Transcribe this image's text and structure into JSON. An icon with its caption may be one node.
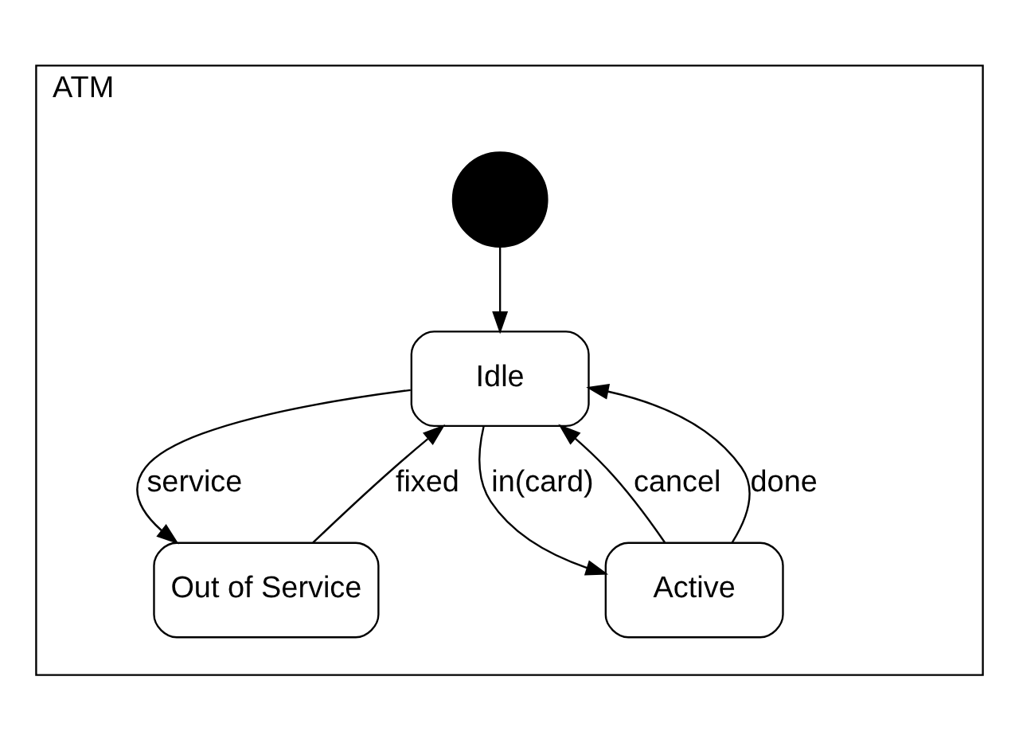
{
  "diagram": {
    "nodes": [
      {
        "text": [
          "ATM"
        ]
      },
      {
        "text": [],
        "shape": "circle",
        "in": 0
      },
      {
        "text": [
          "Idle"
        ],
        "in": 0
      },
      {
        "text": [
          "Out of Service"
        ],
        "in": 0
      },
      {
        "text": [
          "Active"
        ],
        "in": 0
      }
    ],
    "edges": [
      {
        "from": 1,
        "to": 2,
        "arrow": "to"
      },
      {
        "from": 2,
        "to": 3,
        "arrow": "to",
        "label": "service"
      },
      {
        "from": 3,
        "to": 2,
        "arrow": "to",
        "label": "fixed"
      },
      {
        "from": 2,
        "to": 4,
        "arrow": "to",
        "label": "in(card)"
      },
      {
        "from": 4,
        "to": 2,
        "arrow": "to",
        "label": "cancel"
      },
      {
        "from": 4,
        "to": 2,
        "arrow": "to",
        "label": "done"
      }
    ]
  }
}
